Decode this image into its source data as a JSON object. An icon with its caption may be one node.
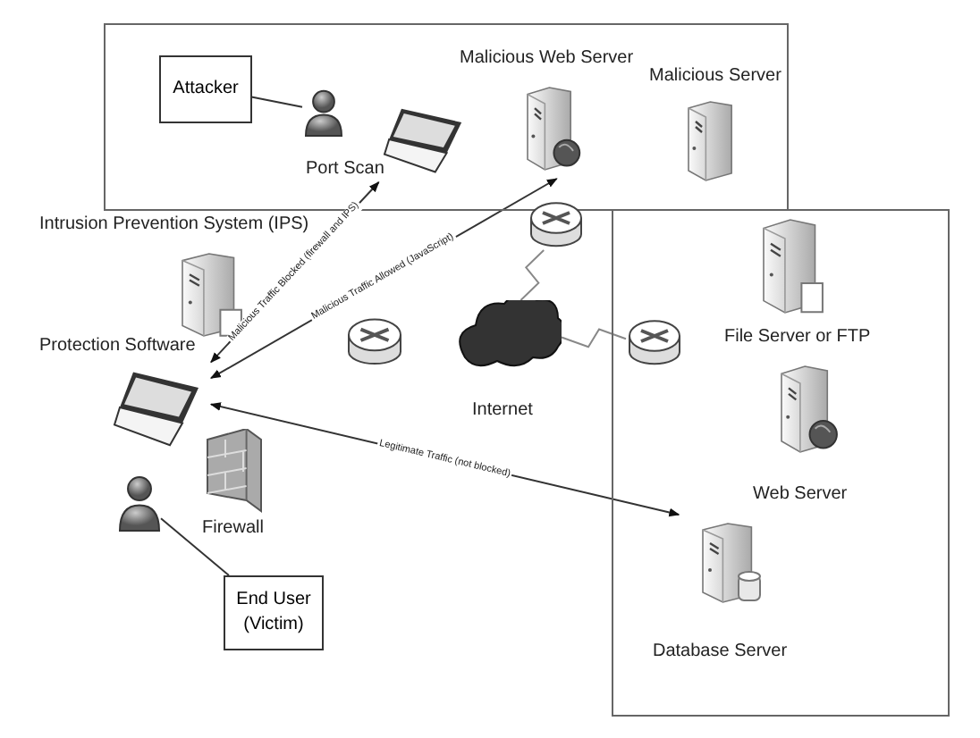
{
  "diagram": {
    "nodes": [
      {
        "text": [],
        "shape": "box"
      },
      {
        "text": [],
        "shape": "box"
      },
      {
        "text": [
          "Attacker"
        ],
        "in": 0
      },
      {
        "text": [],
        "shape": "person",
        "in": 0
      },
      {
        "text": [
          "Port Scan"
        ],
        "in": 0
      },
      {
        "text": [
          "Malicious Web Server"
        ],
        "in": 0
      },
      {
        "text": [
          "Malicious Server"
        ],
        "in": 0
      },
      {
        "text": [],
        "shape": "router"
      },
      {
        "text": [
          "Intrusion Prevention System (IPS)"
        ]
      },
      {
        "text": [
          "Protection Software"
        ]
      },
      {
        "text": [],
        "shape": "router"
      },
      {
        "text": [
          "Internet"
        ]
      },
      {
        "text": [],
        "shape": "router",
        "in": 1
      },
      {
        "text": [
          "File Server or FTP"
        ],
        "in": 1
      },
      {
        "text": [
          "Web Server"
        ],
        "in": 1
      },
      {
        "text": [
          "Database Server"
        ],
        "in": 1
      },
      {
        "text": [
          "Firewall"
        ]
      },
      {
        "text": [],
        "shape": "person"
      },
      {
        "text": [
          "End User (Victim)"
        ]
      }
    ],
    "edges": [
      {
        "from": 2,
        "to": 3,
        "arrow": "none"
      },
      {
        "from": 9,
        "to": 4,
        "arrow": "both",
        "label": "Malicious Traffic Blocked (firewall and IPS)"
      },
      {
        "from": 9,
        "to": 5,
        "arrow": "both",
        "label": "Malicious Traffic Allowed (JavaScript)"
      },
      {
        "from": 15,
        "to": 9,
        "arrow": "both",
        "label": "Legitimate Traffic (not blocked)"
      },
      {
        "from": 7,
        "to": 11,
        "arrow": "none",
        "color": "#888888"
      },
      {
        "from": 12,
        "to": 11,
        "arrow": "none",
        "color": "#888888"
      },
      {
        "from": 17,
        "to": 18,
        "arrow": "none"
      }
    ]
  }
}
